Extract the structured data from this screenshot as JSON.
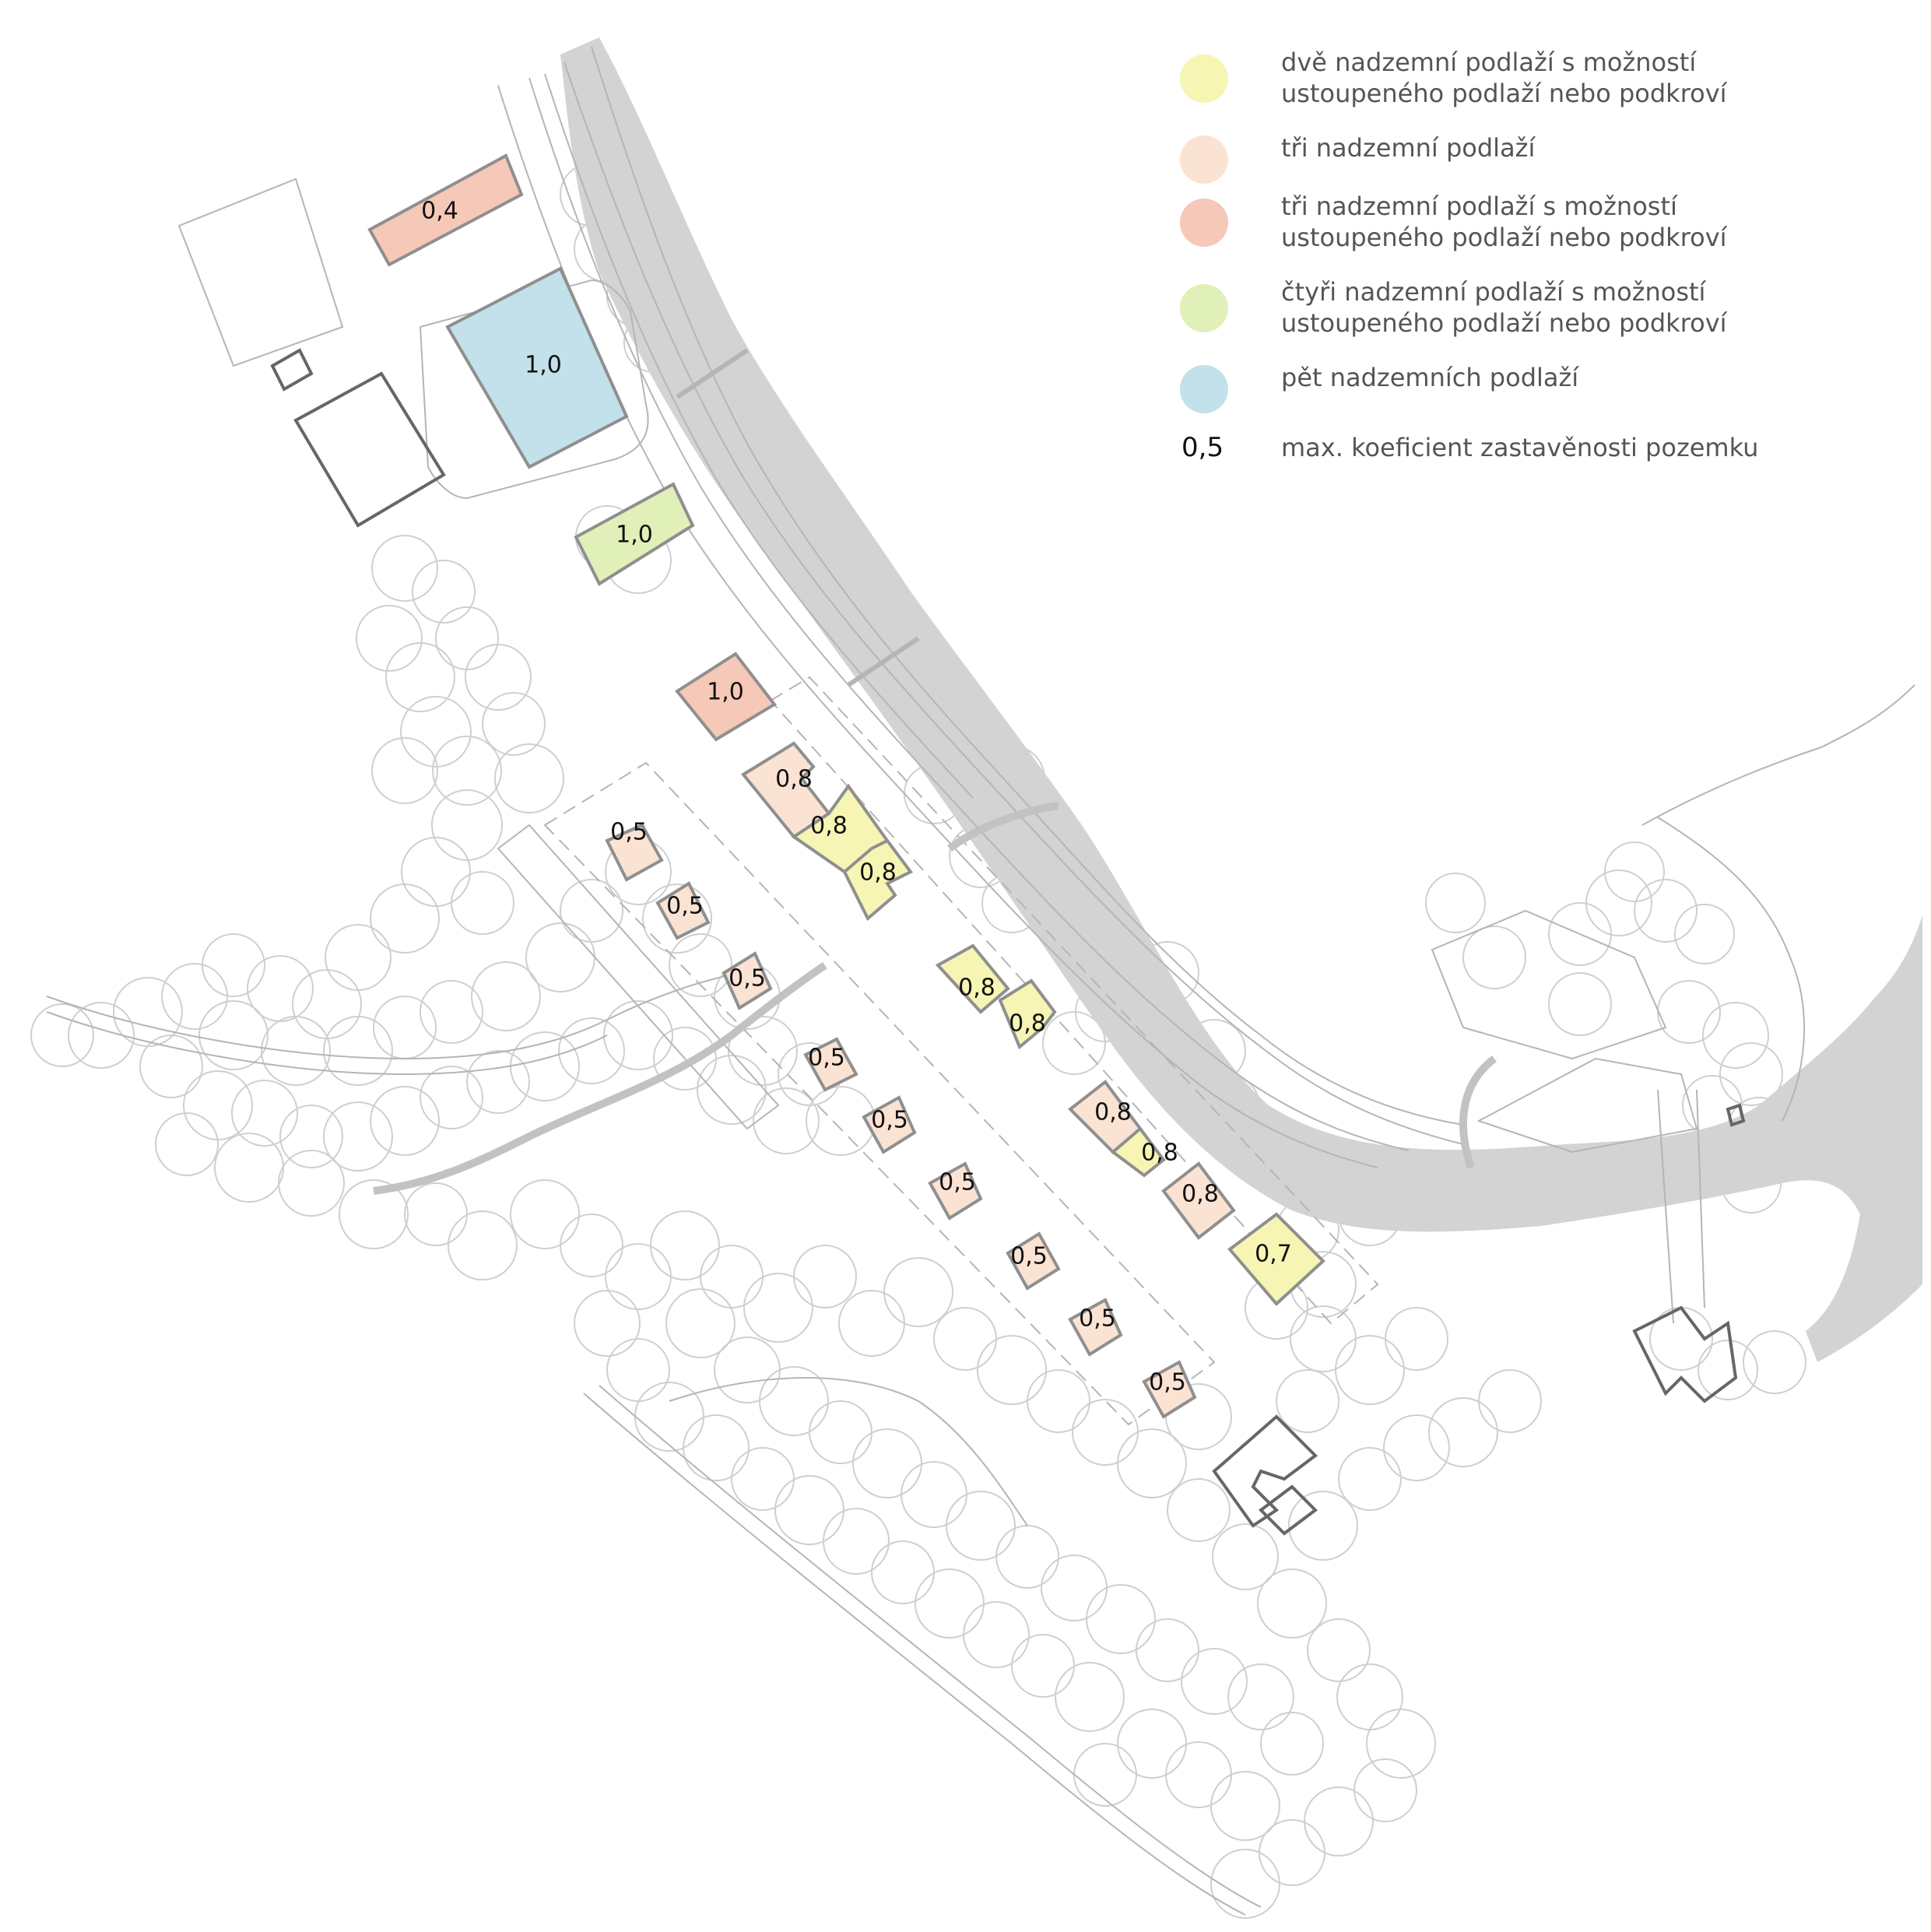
{
  "colors": {
    "yellow": "#f6f5b4",
    "peach": "#fbe3d4",
    "salmon": "#f6c8b8",
    "green": "#e1f0b8",
    "blue": "#c2e1ea",
    "river": "#d3d3d3",
    "line": "#b5b5b5",
    "tree": "#cfcfcf",
    "plot_border": "#8f8f8f",
    "building": "#666666"
  },
  "legend": [
    {
      "color": "yellow",
      "lines": [
        "dvě nadzemní podlaží s možností",
        "ustoupeného podlaží nebo podkroví"
      ]
    },
    {
      "color": "peach",
      "lines": [
        "tři nadzemní podlaží"
      ]
    },
    {
      "color": "salmon",
      "lines": [
        "tři nadzemní podlaží s možností",
        "ustoupeného podlaží nebo podkroví"
      ]
    },
    {
      "color": "green",
      "lines": [
        "čtyři nadzemní podlaží s možností",
        "ustoupeného podlaží nebo podkroví"
      ]
    },
    {
      "color": "blue",
      "lines": [
        "pět nadzemních podlaží"
      ]
    }
  ],
  "legend_coefficient": {
    "value": "0,5",
    "text": "max. koeficient zastavěnosti pozemku"
  },
  "plots": [
    {
      "label": "0,4",
      "color": "salmon"
    },
    {
      "label": "1,0",
      "color": "blue"
    },
    {
      "label": "1,0",
      "color": "green"
    },
    {
      "label": "1,0",
      "color": "salmon"
    },
    {
      "label": "0,8",
      "color": "peach"
    },
    {
      "label": "0,8",
      "color": "yellow"
    },
    {
      "label": "0,8",
      "color": "yellow"
    },
    {
      "label": "0,8",
      "color": "yellow"
    },
    {
      "label": "0,8",
      "color": "yellow"
    },
    {
      "label": "0,8",
      "color": "peach"
    },
    {
      "label": "0,8",
      "color": "yellow"
    },
    {
      "label": "0,8",
      "color": "peach"
    },
    {
      "label": "0,7",
      "color": "yellow"
    },
    {
      "label": "0,5",
      "color": "peach"
    },
    {
      "label": "0,5",
      "color": "peach"
    },
    {
      "label": "0,5",
      "color": "peach"
    },
    {
      "label": "0,5",
      "color": "peach"
    },
    {
      "label": "0,5",
      "color": "peach"
    },
    {
      "label": "0,5",
      "color": "peach"
    },
    {
      "label": "0,5",
      "color": "peach"
    },
    {
      "label": "0,5",
      "color": "peach"
    },
    {
      "label": "0,5",
      "color": "peach"
    }
  ]
}
